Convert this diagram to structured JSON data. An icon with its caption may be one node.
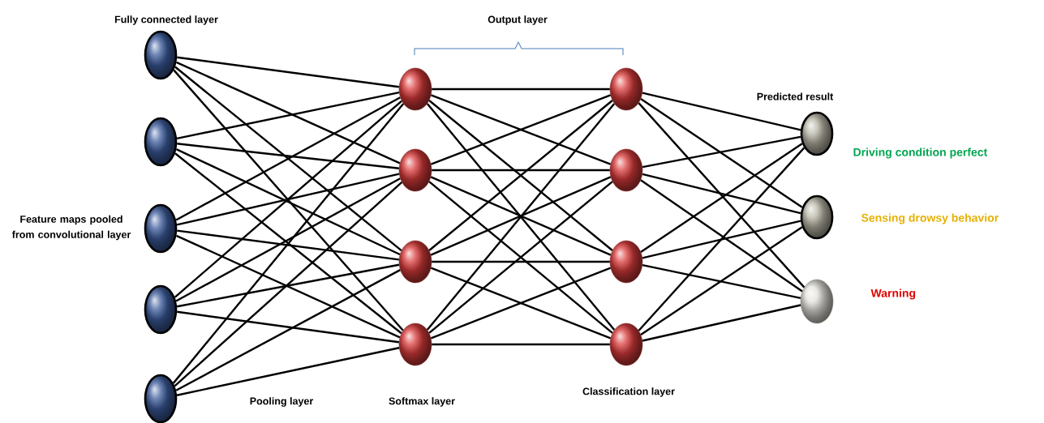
{
  "diagram": {
    "nodes": [
      {
        "text": [],
        "shape": "circle"
      },
      {
        "text": [],
        "shape": "circle"
      },
      {
        "text": [],
        "shape": "circle"
      },
      {
        "text": [],
        "shape": "circle"
      },
      {
        "text": [],
        "shape": "circle"
      },
      {
        "text": [],
        "shape": "circle"
      },
      {
        "text": [],
        "shape": "circle"
      },
      {
        "text": [],
        "shape": "circle"
      },
      {
        "text": [],
        "shape": "circle"
      },
      {
        "text": [],
        "shape": "circle"
      },
      {
        "text": [],
        "shape": "circle"
      },
      {
        "text": [],
        "shape": "circle"
      },
      {
        "text": [],
        "shape": "circle"
      },
      {
        "text": [],
        "shape": "circle",
        "beside": [
          "Driving condition perfect"
        ]
      },
      {
        "text": [],
        "shape": "circle",
        "beside": [
          "Sensing drowsy behavior"
        ]
      },
      {
        "text": [],
        "shape": "circle",
        "beside": [
          "Warning"
        ]
      }
    ],
    "edges": [
      {
        "from": 0,
        "to": 5,
        "arrow": "none"
      },
      {
        "from": 0,
        "to": 6,
        "arrow": "none"
      },
      {
        "from": 0,
        "to": 7,
        "arrow": "none"
      },
      {
        "from": 0,
        "to": 8,
        "arrow": "none"
      },
      {
        "from": 1,
        "to": 5,
        "arrow": "none"
      },
      {
        "from": 1,
        "to": 6,
        "arrow": "none"
      },
      {
        "from": 1,
        "to": 7,
        "arrow": "none"
      },
      {
        "from": 1,
        "to": 8,
        "arrow": "none"
      },
      {
        "from": 2,
        "to": 5,
        "arrow": "none"
      },
      {
        "from": 2,
        "to": 6,
        "arrow": "none"
      },
      {
        "from": 2,
        "to": 7,
        "arrow": "none"
      },
      {
        "from": 2,
        "to": 8,
        "arrow": "none"
      },
      {
        "from": 3,
        "to": 5,
        "arrow": "none"
      },
      {
        "from": 3,
        "to": 6,
        "arrow": "none"
      },
      {
        "from": 3,
        "to": 7,
        "arrow": "none"
      },
      {
        "from": 3,
        "to": 8,
        "arrow": "none"
      },
      {
        "from": 4,
        "to": 5,
        "arrow": "none"
      },
      {
        "from": 4,
        "to": 6,
        "arrow": "none"
      },
      {
        "from": 4,
        "to": 7,
        "arrow": "none"
      },
      {
        "from": 4,
        "to": 8,
        "arrow": "none"
      },
      {
        "from": 5,
        "to": 9,
        "arrow": "none"
      },
      {
        "from": 5,
        "to": 10,
        "arrow": "none"
      },
      {
        "from": 5,
        "to": 11,
        "arrow": "none"
      },
      {
        "from": 5,
        "to": 12,
        "arrow": "none"
      },
      {
        "from": 6,
        "to": 9,
        "arrow": "none"
      },
      {
        "from": 6,
        "to": 10,
        "arrow": "none"
      },
      {
        "from": 6,
        "to": 11,
        "arrow": "none"
      },
      {
        "from": 6,
        "to": 12,
        "arrow": "none"
      },
      {
        "from": 7,
        "to": 9,
        "arrow": "none"
      },
      {
        "from": 7,
        "to": 10,
        "arrow": "none"
      },
      {
        "from": 7,
        "to": 11,
        "arrow": "none"
      },
      {
        "from": 7,
        "to": 12,
        "arrow": "none"
      },
      {
        "from": 8,
        "to": 9,
        "arrow": "none"
      },
      {
        "from": 8,
        "to": 10,
        "arrow": "none"
      },
      {
        "from": 8,
        "to": 11,
        "arrow": "none"
      },
      {
        "from": 8,
        "to": 12,
        "arrow": "none"
      },
      {
        "from": 9,
        "to": 13,
        "arrow": "none"
      },
      {
        "from": 9,
        "to": 14,
        "arrow": "none"
      },
      {
        "from": 9,
        "to": 15,
        "arrow": "none"
      },
      {
        "from": 10,
        "to": 13,
        "arrow": "none"
      },
      {
        "from": 10,
        "to": 14,
        "arrow": "none"
      },
      {
        "from": 10,
        "to": 15,
        "arrow": "none"
      },
      {
        "from": 11,
        "to": 13,
        "arrow": "none"
      },
      {
        "from": 11,
        "to": 14,
        "arrow": "none"
      },
      {
        "from": 11,
        "to": 15,
        "arrow": "none"
      },
      {
        "from": 12,
        "to": 13,
        "arrow": "none"
      },
      {
        "from": 12,
        "to": 14,
        "arrow": "none"
      },
      {
        "from": 12,
        "to": 15,
        "arrow": "none"
      }
    ],
    "labels": [
      "Fully connected layer",
      "Output layer",
      "Feature maps pooled from convolutional layer",
      "Predicted result",
      "Pooling layer",
      "Softmax layer",
      "Classification layer"
    ]
  }
}
